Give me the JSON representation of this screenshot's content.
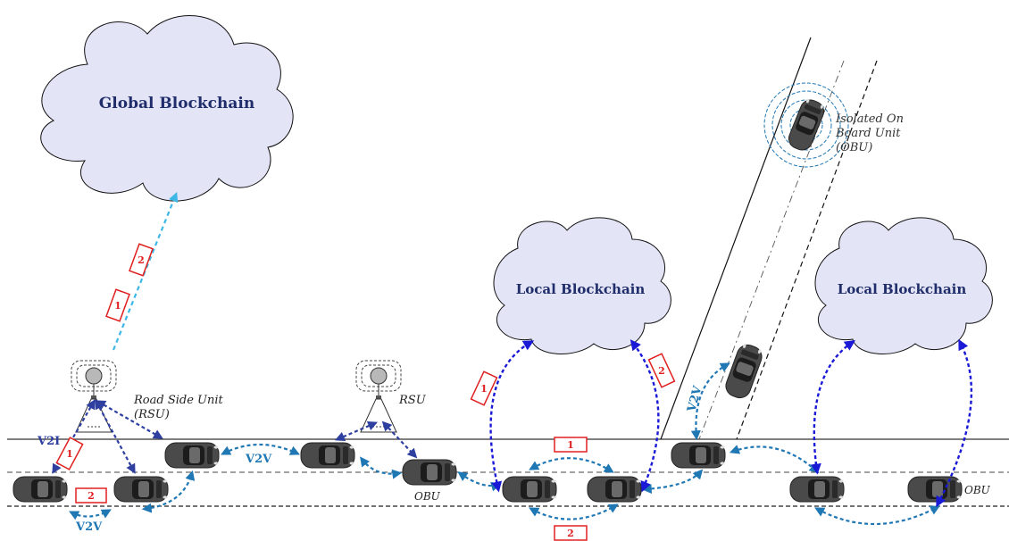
{
  "clouds": {
    "global": "Global Blockchain",
    "local_left": "Local Blockchain",
    "local_right": "Local Blockchain"
  },
  "labels": {
    "rsu_full_1": "Road Side Unit",
    "rsu_full_2": "(RSU)",
    "rsu_short": "RSU",
    "obu_1": "OBU",
    "obu_2": "OBU",
    "isolated_1": "Isolated On",
    "isolated_2": "Board Unit",
    "isolated_3": "(OBU)",
    "v2i": "V2I",
    "v2v_bottom": "V2V",
    "v2v_mid": "V2V",
    "v2v_ramp": "V2V"
  },
  "step_markers": {
    "global_1": "1",
    "global_2": "2",
    "v2i_1": "1",
    "v2v_2": "2",
    "local_1": "1",
    "local_2": "2",
    "road_1": "1",
    "road_2": "2"
  },
  "colors": {
    "cloud_fill": "#e4e4f7",
    "cloud_text": "#1f2d6b",
    "blue_dark": "#1a1ad6",
    "blue_mid": "#2e3fa0",
    "teal": "#1f77b4",
    "sky": "#3db8e6",
    "marker_red": "#e02020",
    "car_body": "#4a4a4a"
  },
  "icons": [
    "cloud-icon",
    "car-icon",
    "antenna-icon",
    "signal-rings-icon"
  ]
}
